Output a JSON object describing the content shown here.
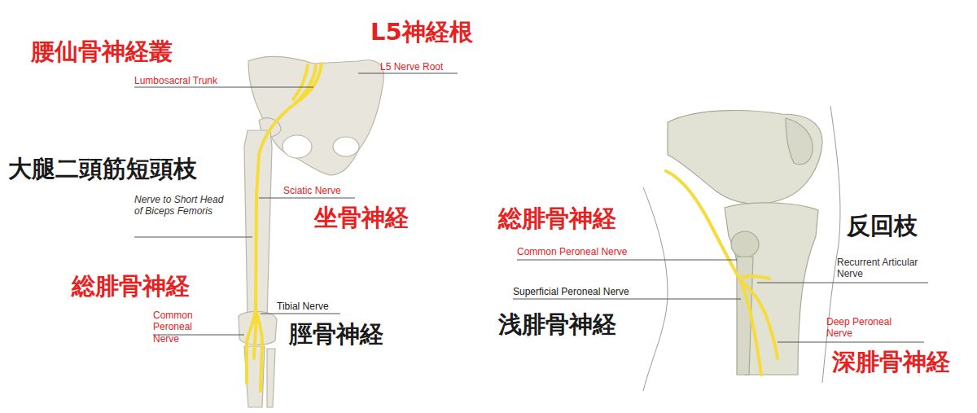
{
  "diagram": {
    "labels": [
      "腰仙骨神経叢",
      "L5神経根",
      "Lumbosacral Trunk",
      "L5 Nerve Root",
      "大腿二頭筋短頭枝",
      "Nerve to Short Head of Biceps Femoris",
      "Sciatic Nerve",
      "坐骨神経",
      "総腓骨神経",
      "Common Peroneal Nerve",
      "Tibial Nerve",
      "脛骨神経",
      "総腓骨神経",
      "Common Peroneal Nerve",
      "反回枝",
      "Recurrent Articular Nerve",
      "Superficial Peroneal Nerve",
      "浅腓骨神経",
      "Deep Peroneal Nerve",
      "深腓骨神経"
    ]
  }
}
